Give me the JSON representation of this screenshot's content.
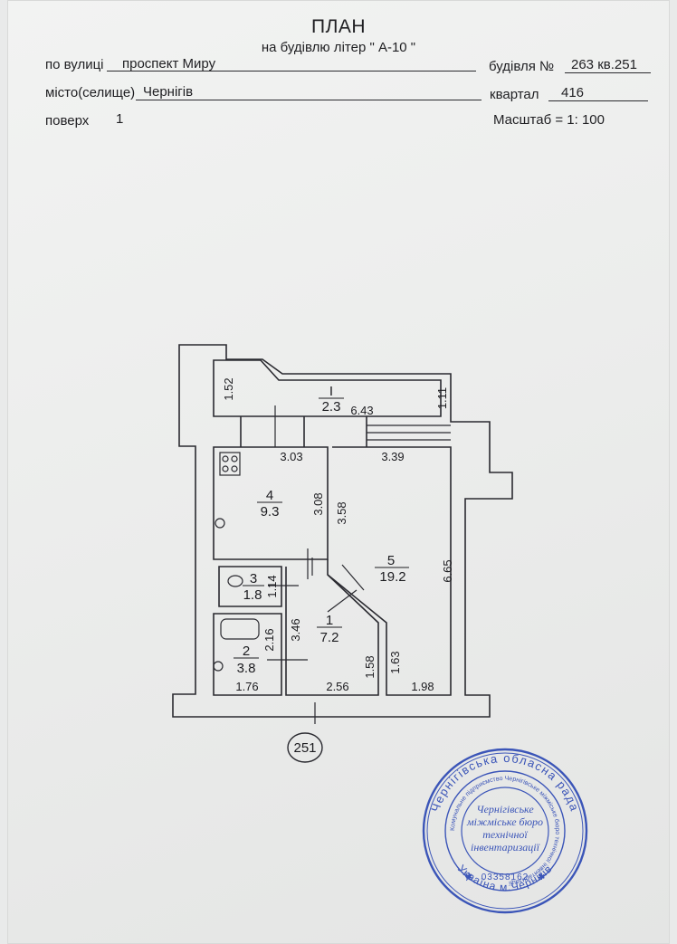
{
  "header": {
    "title": "ПЛАН",
    "subtitle": "на будівлю літер \" А-10       \"",
    "street_label": "по вулиці",
    "street_value": "проспект Миру",
    "building_label": "будівля №",
    "building_value": "263 кв.251",
    "city_label": "місто(селище)",
    "city_value": "Чернігів",
    "quarter_label": "квартал",
    "quarter_value": "416",
    "floor_label": "поверх",
    "floor_value": "1",
    "scale_label": "Масштаб = 1: 100"
  },
  "plan": {
    "rooms": [
      {
        "number": "I",
        "area": "2.3"
      },
      {
        "number": "4",
        "area": "9.3"
      },
      {
        "number": "5",
        "area": "19.2"
      },
      {
        "number": "3",
        "area": "1.8"
      },
      {
        "number": "1",
        "area": "7.2"
      },
      {
        "number": "2",
        "area": "3.8"
      }
    ],
    "dimensions": [
      "1.52",
      "6.43",
      "1.11",
      "3.03",
      "3.39",
      "3.08",
      "3.58",
      "6.65",
      "1.14",
      "3.46",
      "2.16",
      "1.58",
      "1.63",
      "1.76",
      "2.56",
      "1.98"
    ],
    "apartment_number": "251"
  },
  "stamp": {
    "outer_top": "Чернігівська обласна рада",
    "outer_bottom": "Україна м.Чернігів",
    "inner_ring": "Комунальне підприємство Чернігівське міжміське бюро технічної інвентаризації",
    "center_lines": [
      "Чернігівське",
      "міжміське бюро",
      "технічної",
      "інвентаризації"
    ],
    "code": "03358162",
    "ink_color": "#3b55b8"
  }
}
